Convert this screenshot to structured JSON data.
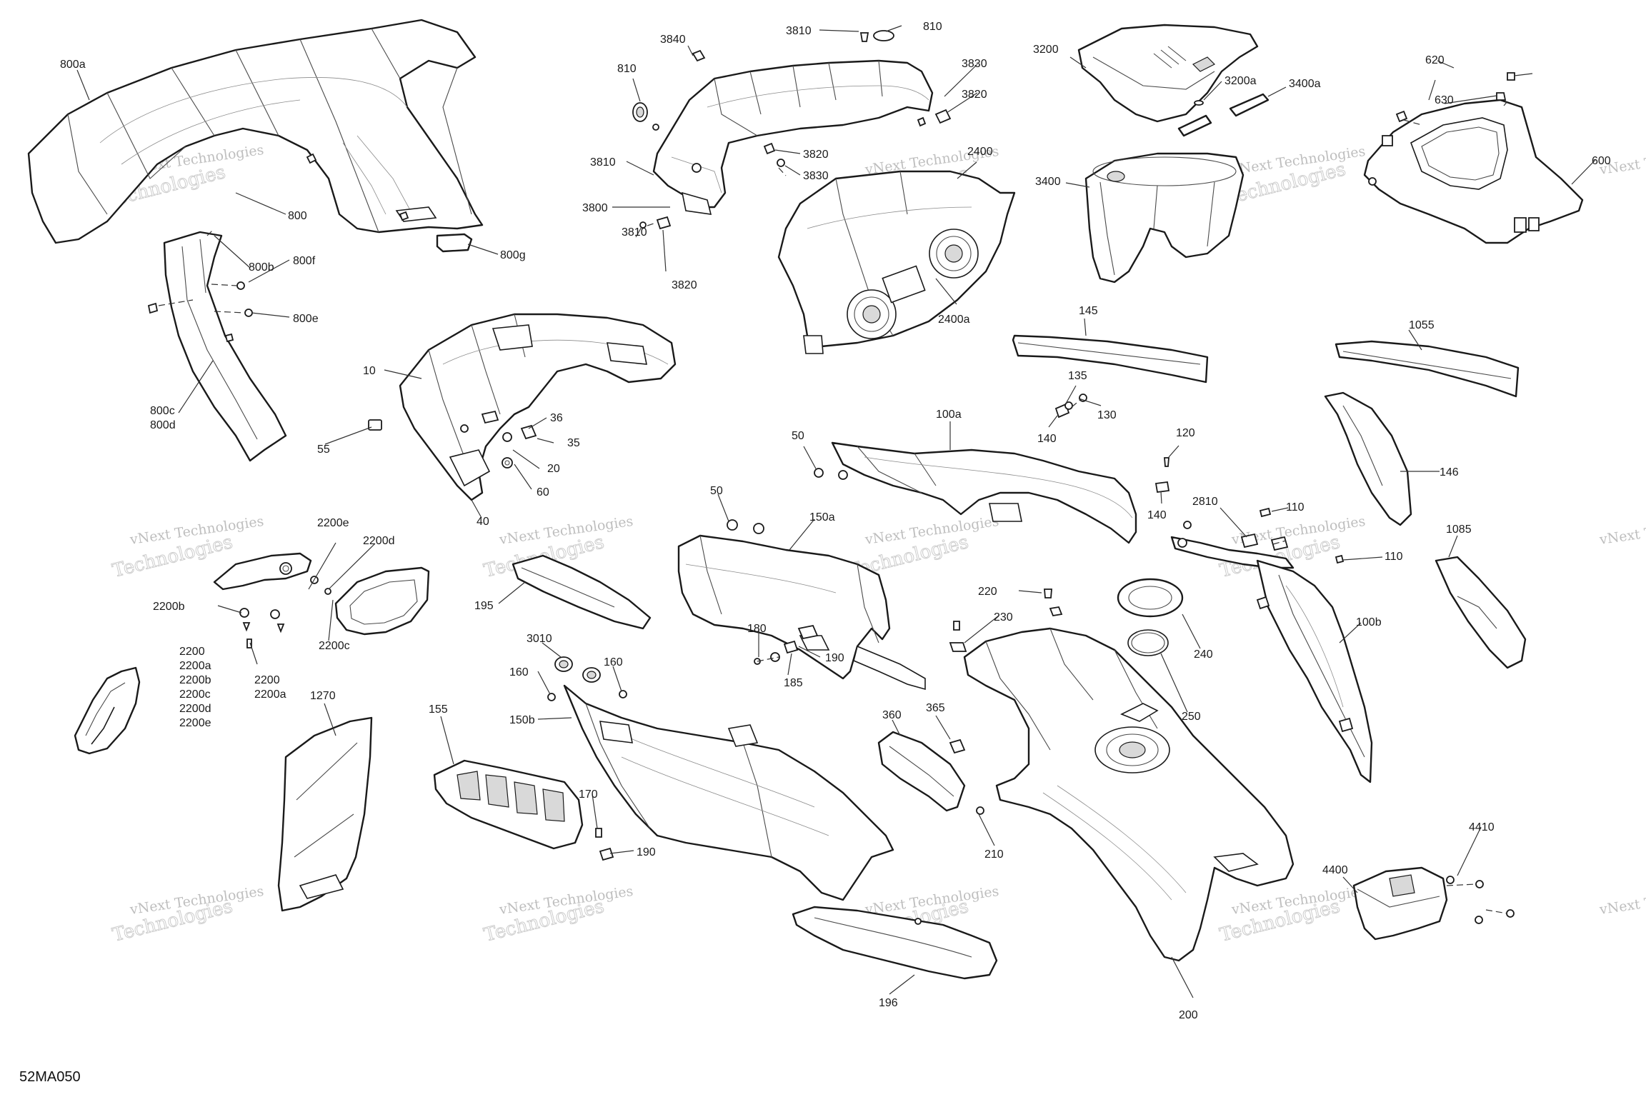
{
  "diagram": {
    "code": "52MA050",
    "watermark_line1": "vNext Technologies",
    "watermark_line2": "Technologies",
    "watermark_line3": "vNext"
  },
  "callouts": {
    "c800a": "800a",
    "c800": "800",
    "c800b": "800b",
    "c800f": "800f",
    "c800e": "800e",
    "c800g": "800g",
    "c800c": "800c",
    "c800d": "800d",
    "c3840": "3840",
    "c3810_top": "3810",
    "c810_top": "810",
    "c810_left": "810",
    "c3830_top": "3830",
    "c3820_top": "3820",
    "c3810_mid": "3810",
    "c3820_mid": "3820",
    "c3830_mid": "3830",
    "c3800": "3800",
    "c3810_low": "3810",
    "c3820_low": "3820",
    "c3200": "3200",
    "c3200a": "3200a",
    "c3400a": "3400a",
    "c3400": "3400",
    "c2400": "2400",
    "c2400a": "2400a",
    "c620": "620",
    "c630": "630",
    "c600": "600",
    "c10": "10",
    "c36": "36",
    "c35": "35",
    "c55": "55",
    "c20": "20",
    "c60": "60",
    "c40": "40",
    "c145": "145",
    "c135": "135",
    "c130": "130",
    "c140_a": "140",
    "c1055": "1055",
    "c146": "146",
    "c50_a": "50",
    "c100a": "100a",
    "c120": "120",
    "c140_b": "140",
    "c2810": "2810",
    "c110_a": "110",
    "c110_b": "110",
    "c1085": "1085",
    "c100b": "100b",
    "c50_b": "50",
    "c150a": "150a",
    "c195": "195",
    "c2200e": "2200e",
    "c2200d": "2200d",
    "c2200b": "2200b",
    "c2200c": "2200c",
    "c2200_a": "2200",
    "c2200a_a": "2200a",
    "c2200_list_0": "2200",
    "c2200_list_1": "2200a",
    "c2200_list_2": "2200b",
    "c2200_list_3": "2200c",
    "c2200_list_4": "2200d",
    "c2200_list_5": "2200e",
    "c220": "220",
    "c230": "230",
    "c240": "240",
    "c250": "250",
    "c180": "180",
    "c190_a": "190",
    "c185": "185",
    "c3010": "3010",
    "c160_a": "160",
    "c160_b": "160",
    "c150b": "150b",
    "c1270": "1270",
    "c155": "155",
    "c360": "360",
    "c365": "365",
    "c170": "170",
    "c190_b": "190",
    "c210": "210",
    "c4410": "4410",
    "c4400": "4400",
    "c196": "196",
    "c200": "200"
  }
}
